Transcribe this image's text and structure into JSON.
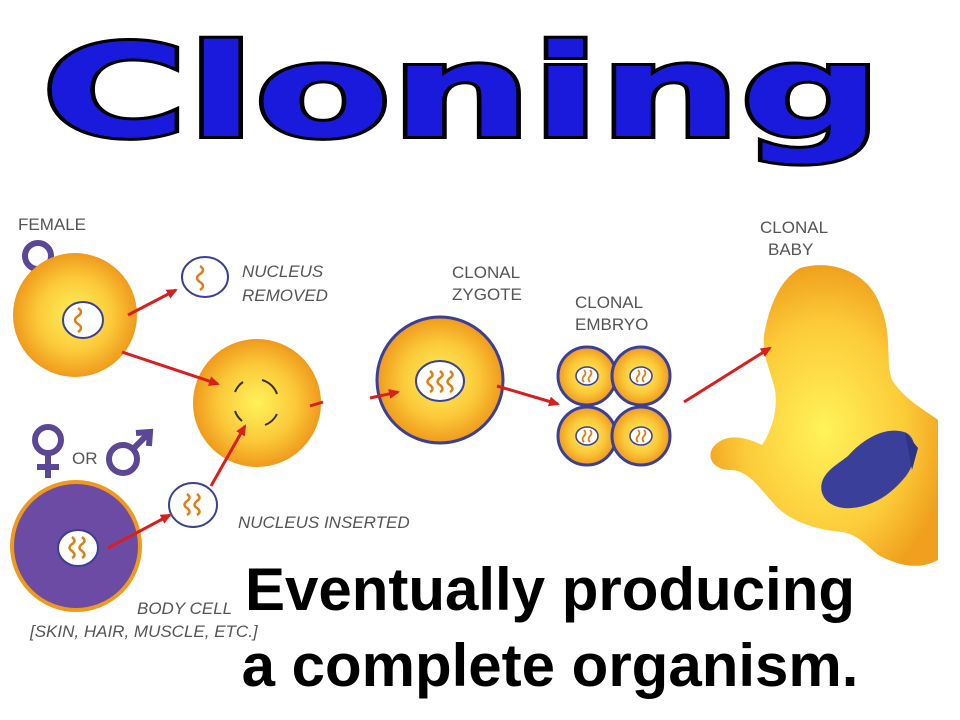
{
  "slide": {
    "title": "Cloning",
    "caption_line1": "Eventually producing",
    "caption_line2": "a complete organism."
  },
  "diagram": {
    "labels": {
      "female": "FEMALE",
      "or": "OR",
      "nucleus_removed_1": "NUCLEUS",
      "nucleus_removed_2": "REMOVED",
      "clonal_zygote_1": "CLONAL",
      "clonal_zygote_2": "ZYGOTE",
      "clonal_embryo_1": "CLONAL",
      "clonal_embryo_2": "EMBRYO",
      "clonal_baby_1": "CLONAL",
      "clonal_baby_2": "BABY",
      "nucleus_inserted": "NUCLEUS INSERTED",
      "body_cell": "BODY CELL",
      "body_cell_examples": "[SKIN, HAIR, MUSCLE, ETC.]"
    },
    "icons": [
      "female-symbol-icon",
      "male-symbol-icon",
      "arrow-icon"
    ]
  },
  "colors": {
    "title_fill": "#1a1adc",
    "title_outline": "#000000",
    "cell_orange": "#f2a320",
    "cell_yellow": "#ffe24a",
    "body_cell_purple": "#6b4ba3",
    "symbol_purple": "#5b4796",
    "outline_blue": "#3a3f9a",
    "arrow_red": "#d91e1e",
    "dna_orange": "#e07d16"
  }
}
